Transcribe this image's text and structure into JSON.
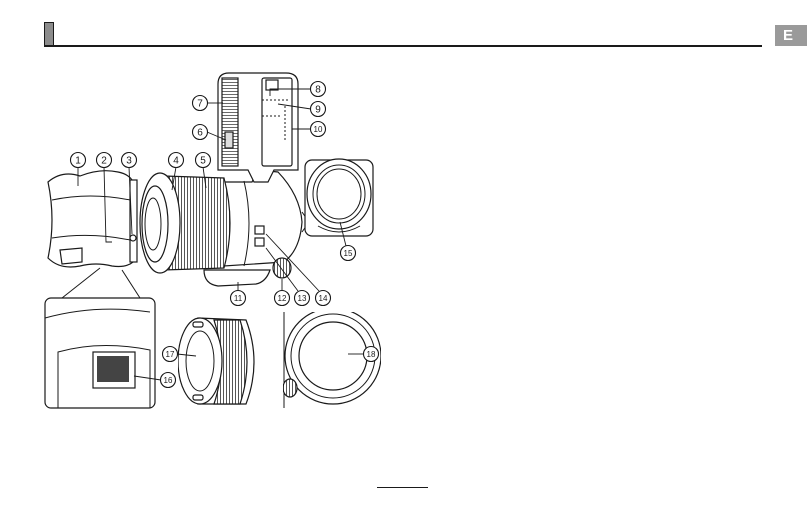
{
  "tab": {
    "label": "E"
  },
  "callouts": [
    "1",
    "2",
    "3",
    "4",
    "5",
    "6",
    "7",
    "8",
    "9",
    "10",
    "11",
    "12",
    "13",
    "14",
    "15",
    "16",
    "17",
    "18"
  ],
  "colors": {
    "ink": "#1a1a1a",
    "tab": "#9a9a9a",
    "marker": "#8c8c8c"
  }
}
